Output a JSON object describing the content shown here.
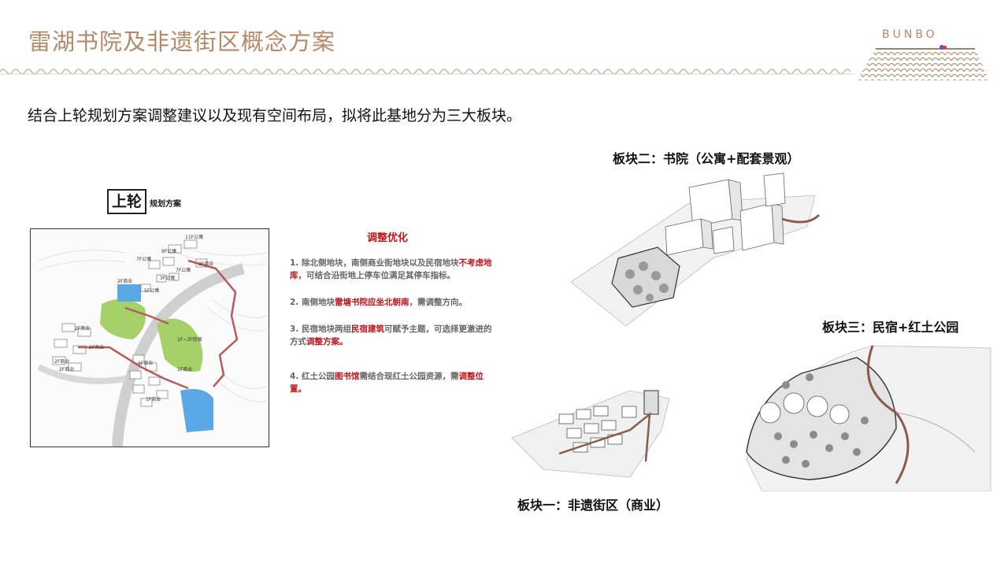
{
  "header": {
    "title": "雷湖书院及非遗街区概念方案",
    "logo_text": "BUNBO"
  },
  "intro": "结合上轮规划方案调整建议以及现有空间布局，拟将此基地分为三大板块。",
  "plan": {
    "heading_big": "上轮",
    "heading_small": "规划方案",
    "map_labels": [
      "11F公寓",
      "7F公寓",
      "9F公寓",
      "2F商业",
      "7F公寓",
      "3F公寓",
      "5F公寓",
      "2F商业",
      "2F商业",
      "2F商业",
      "2F商业",
      "2F商业",
      "1F~3F民宿",
      "1F商业",
      "1F商业",
      "1F商业"
    ]
  },
  "optimization": {
    "title": "调整优化",
    "items": [
      {
        "num": "1.",
        "pre": "除北侧地块，南侧商业街地块以及民宿地块",
        "hl": "不考虑地库",
        "post": "，可结合沿街地上停车位满足其停车指标。"
      },
      {
        "num": "2.",
        "pre": "南侧地块",
        "hl": "雷塘书院应坐北朝南",
        "post": "，需调整方向。"
      },
      {
        "num": "3.",
        "pre": "民宿地块两组",
        "hl": "民宿建筑",
        "mid": "可赋予主题，可选择更激进的方式",
        "hl2": "调整方案。",
        "post": ""
      },
      {
        "num": "4.",
        "pre": "红土公园",
        "hl": "图书馆",
        "mid": "需结合现红土公园资源，需",
        "hl2": "调整位置。",
        "post": ""
      }
    ]
  },
  "blocks": {
    "b2": "板块二：书院（公寓+配套景观）",
    "b3": "板块三：民宿+红土公园",
    "b1": "板块一：非遗街区（商业）"
  },
  "colors": {
    "title": "#b48a68",
    "accent_red": "#c0141b",
    "route": "#b85a5a",
    "green": "#9ccc65",
    "water": "#5aa9e6"
  }
}
